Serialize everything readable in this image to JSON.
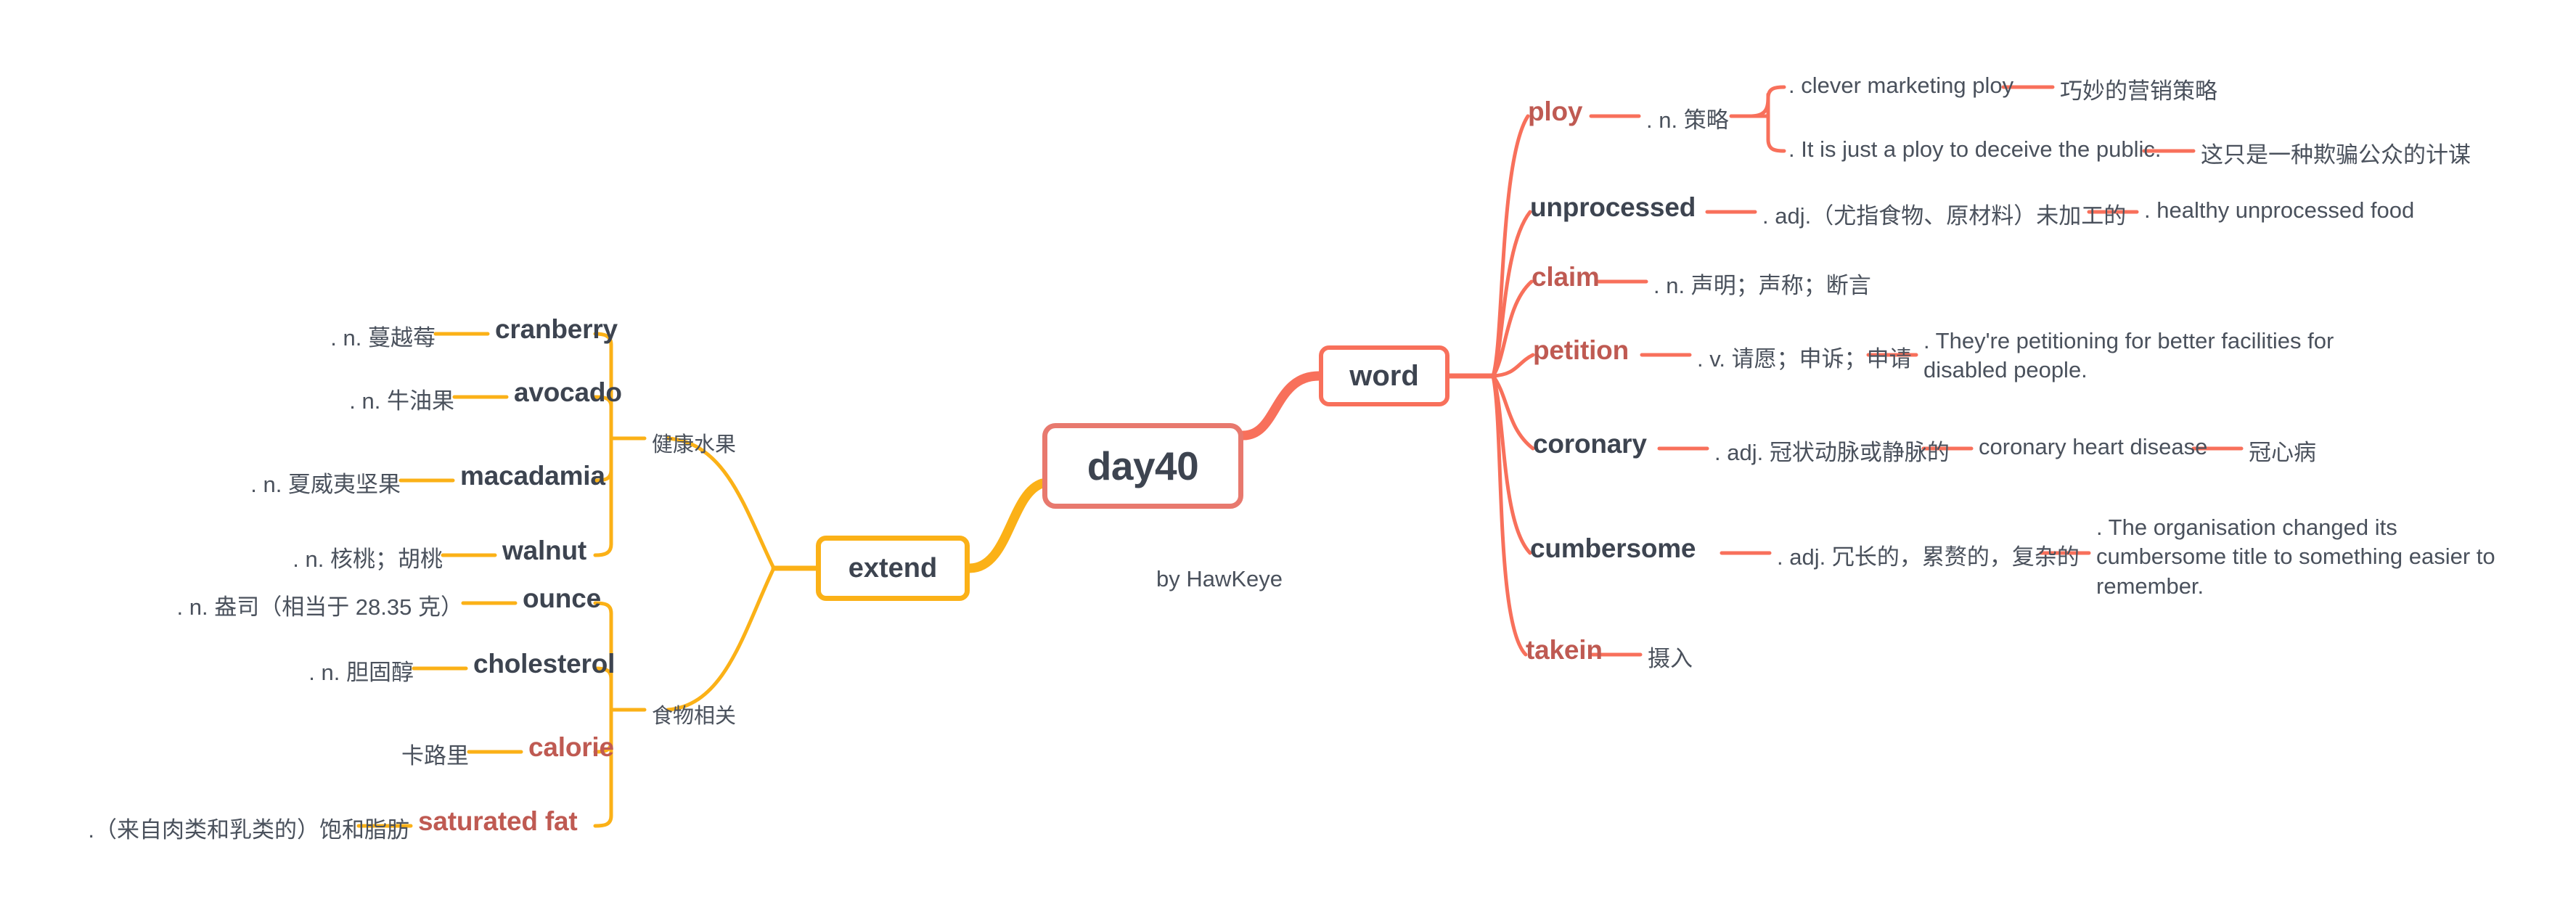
{
  "meta": {
    "byline": "by HawKeye",
    "colors": {
      "root_border": "#e8796e",
      "word_border": "#f8705b",
      "extend_border": "#fbb117",
      "right_branch": "#f8705b",
      "left_branch": "#fbb117",
      "keyword_dark": "#3d4450",
      "keyword_red": "#bf5a52",
      "text": "#4a515c",
      "background": "#ffffff"
    }
  },
  "root": {
    "label": "day40"
  },
  "branches": {
    "word": {
      "label": "word",
      "items": [
        {
          "term": "ploy",
          "term_color": "red",
          "definition": ". n. 策略",
          "examples": [
            {
              "en": ". clever marketing ploy",
              "zh": "巧妙的营销策略"
            },
            {
              "en": ". It is just a ploy to deceive the public.",
              "zh": "这只是一种欺骗公众的计谋"
            }
          ]
        },
        {
          "term": "unprocessed",
          "term_color": "dark",
          "definition": ". adj.（尤指食物、原材料）未加工的",
          "examples": [
            {
              "en": ". healthy unprocessed food",
              "zh": ""
            }
          ]
        },
        {
          "term": "claim",
          "term_color": "red",
          "definition": ". n. 声明；声称；断言",
          "examples": []
        },
        {
          "term": "petition",
          "term_color": "red",
          "definition": ". v. 请愿；申诉；申请",
          "examples": [
            {
              "en": ". They're petitioning for better facilities for disabled people.",
              "zh": ""
            }
          ]
        },
        {
          "term": "coronary",
          "term_color": "dark",
          "definition": ". adj. 冠状动脉或静脉的",
          "examples": [
            {
              "en": "coronary heart disease",
              "zh": "冠心病"
            }
          ]
        },
        {
          "term": "cumbersome",
          "term_color": "dark",
          "definition": ". adj. 冗长的，累赘的，复杂的",
          "examples": [
            {
              "en": ". The organisation changed its cumbersome title to something easier to remember.",
              "zh": ""
            }
          ]
        },
        {
          "term": "takein",
          "term_color": "red",
          "definition": "摄入",
          "examples": []
        }
      ]
    },
    "extend": {
      "label": "extend",
      "groups": [
        {
          "label": "健康水果",
          "items": [
            {
              "definition": ". n. 蔓越莓",
              "term": "cranberry",
              "term_color": "dark"
            },
            {
              "definition": ". n. 牛油果",
              "term": "avocado",
              "term_color": "dark"
            },
            {
              "definition": ". n. 夏威夷坚果",
              "term": "macadamia",
              "term_color": "dark"
            },
            {
              "definition": ". n. 核桃；胡桃",
              "term": "walnut",
              "term_color": "dark"
            }
          ]
        },
        {
          "label": "食物相关",
          "items": [
            {
              "definition": ". n. 盎司（相当于 28.35 克）",
              "term": "ounce",
              "term_color": "dark"
            },
            {
              "definition": ". n. 胆固醇",
              "term": "cholesterol",
              "term_color": "dark"
            },
            {
              "definition": "卡路里",
              "term": "calorie",
              "term_color": "red"
            },
            {
              "definition": ".（来自肉类和乳类的）饱和脂肪",
              "term": "saturated fat",
              "term_color": "red"
            }
          ]
        }
      ]
    }
  }
}
